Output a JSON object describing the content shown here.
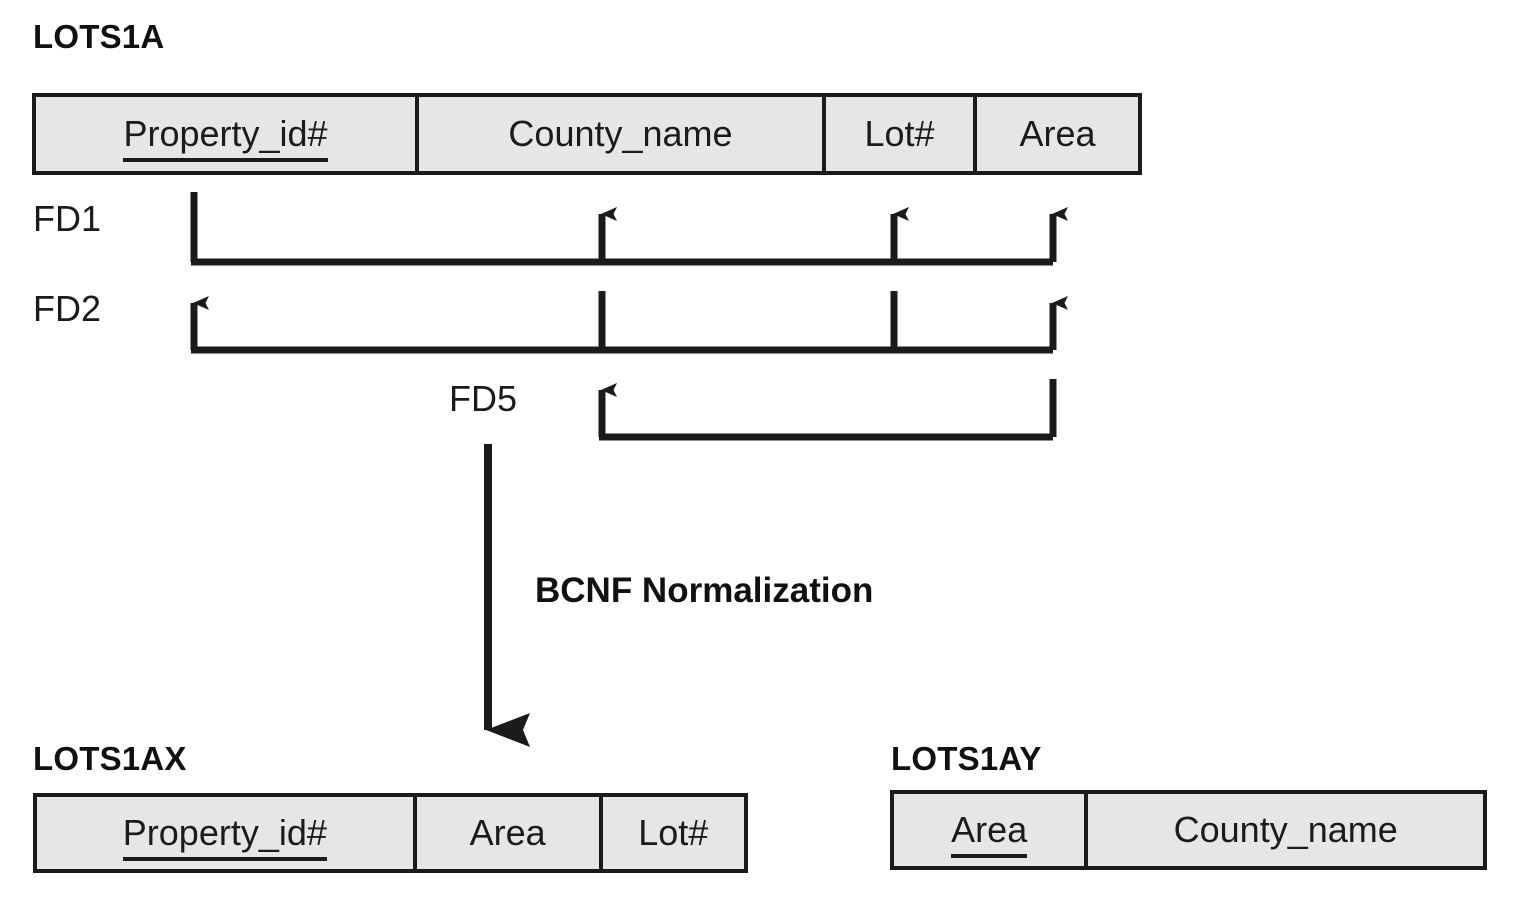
{
  "diagram": {
    "type": "bcnf-normalization-decomposition",
    "transform_label": "BCNF Normalization"
  },
  "source_relation": {
    "name": "LOTS1A",
    "attributes": [
      {
        "label": "Property_id#",
        "key": true
      },
      {
        "label": "County_name",
        "key": false
      },
      {
        "label": "Lot#",
        "key": false
      },
      {
        "label": "Area",
        "key": false
      }
    ]
  },
  "functional_dependencies": [
    {
      "id": "FD1",
      "label": "FD1",
      "determinant": [
        "Property_id#"
      ],
      "dependents": [
        "County_name",
        "Lot#",
        "Area"
      ]
    },
    {
      "id": "FD2",
      "label": "FD2",
      "determinant": [
        "County_name",
        "Lot#"
      ],
      "dependents": [
        "Property_id#",
        "Area"
      ]
    },
    {
      "id": "FD5",
      "label": "FD5",
      "determinant": [
        "Area"
      ],
      "dependents": [
        "County_name"
      ]
    }
  ],
  "result_relations": [
    {
      "name": "LOTS1AX",
      "attributes": [
        {
          "label": "Property_id#",
          "key": true
        },
        {
          "label": "Area",
          "key": false
        },
        {
          "label": "Lot#",
          "key": false
        }
      ]
    },
    {
      "name": "LOTS1AY",
      "attributes": [
        {
          "label": "Area",
          "key": true
        },
        {
          "label": "County_name",
          "key": false
        }
      ]
    }
  ],
  "colors": {
    "stroke": "#1b1b1b",
    "cell_fill": "#e6e6e6",
    "background": "#ffffff",
    "text": "#1b1b1b"
  }
}
